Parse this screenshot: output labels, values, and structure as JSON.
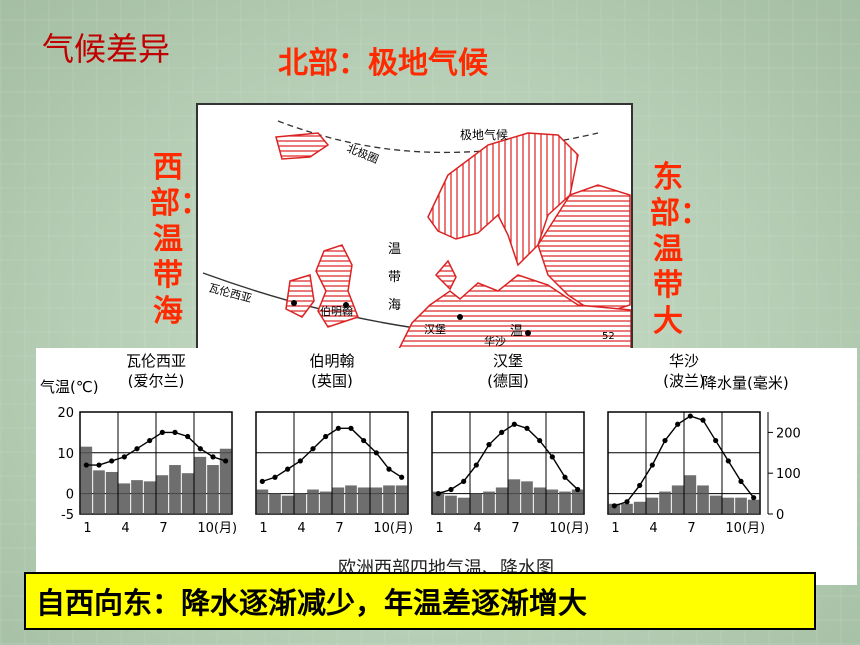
{
  "slide": {
    "title": "气候差异",
    "north_label": "北部：极地气候",
    "west_label": "西部：温带海",
    "east_label": "东部：温带大",
    "conclusion": "自西向东：降水逐渐减少，年温差逐渐增大"
  },
  "map": {
    "labels": {
      "polar_climate": "极地气候",
      "arctic_circle": "北极圈",
      "temperate_sea_1": "温",
      "temperate_sea_2": "带",
      "temperate_sea_3": "海",
      "temperate_2": "温",
      "valentia": "瓦伦西亚",
      "birmingham": "伯明翰",
      "hamburg": "汉堡",
      "warsaw": "华沙",
      "lat_52": "52"
    }
  },
  "chart_caption": "欧洲西部四地气温、降水图",
  "axis_texts": {
    "temp_label": "气温(℃)",
    "precip_label": "降水量(毫米)"
  },
  "colors": {
    "title_red": "#c00000",
    "accent_red": "#ff2a00",
    "highlight_yellow": "#ffff00",
    "bar_fill": "#555555"
  },
  "chart_data": [
    {
      "type": "bar+line",
      "title": "瓦伦西亚",
      "subtitle": "(爱尔兰)",
      "months": [
        1,
        2,
        3,
        4,
        5,
        6,
        7,
        8,
        9,
        10,
        11,
        12
      ],
      "x_ticks": [
        "1",
        "4",
        "7",
        "10(月)"
      ],
      "temperature_c": [
        7,
        7,
        8,
        9,
        11,
        13,
        15,
        15,
        14,
        11,
        9,
        8
      ],
      "precipitation_mm": [
        165,
        107,
        103,
        75,
        83,
        80,
        95,
        120,
        100,
        140,
        120,
        160
      ],
      "temp_range": [
        -5,
        20
      ],
      "precip_range": [
        0,
        250
      ],
      "temp_ticks": [
        20,
        10,
        0,
        -5
      ],
      "precip_ticks": [
        200,
        100,
        0
      ]
    },
    {
      "type": "bar+line",
      "title": "伯明翰",
      "subtitle": "(英国)",
      "months": [
        1,
        2,
        3,
        4,
        5,
        6,
        7,
        8,
        9,
        10,
        11,
        12
      ],
      "x_ticks": [
        "1",
        "4",
        "7",
        "10(月)"
      ],
      "temperature_c": [
        3,
        4,
        6,
        8,
        11,
        14,
        16,
        16,
        13,
        10,
        6,
        4
      ],
      "precipitation_mm": [
        60,
        50,
        45,
        50,
        60,
        55,
        65,
        70,
        65,
        65,
        70,
        70
      ],
      "temp_range": [
        -5,
        20
      ],
      "precip_range": [
        0,
        250
      ]
    },
    {
      "type": "bar+line",
      "title": "汉堡",
      "subtitle": "(德国)",
      "months": [
        1,
        2,
        3,
        4,
        5,
        6,
        7,
        8,
        9,
        10,
        11,
        12
      ],
      "x_ticks": [
        "1",
        "4",
        "7",
        "10(月)"
      ],
      "temperature_c": [
        0,
        1,
        3,
        7,
        12,
        15,
        17,
        16,
        13,
        9,
        4,
        1
      ],
      "precipitation_mm": [
        55,
        45,
        40,
        50,
        55,
        65,
        85,
        80,
        65,
        60,
        55,
        60
      ],
      "temp_range": [
        -5,
        20
      ],
      "precip_range": [
        0,
        250
      ]
    },
    {
      "type": "bar+line",
      "title": "华沙",
      "subtitle": "(波兰)",
      "months": [
        1,
        2,
        3,
        4,
        5,
        6,
        7,
        8,
        9,
        10,
        11,
        12
      ],
      "x_ticks": [
        "1",
        "4",
        "7",
        "10(月)"
      ],
      "temperature_c": [
        -3,
        -2,
        2,
        7,
        13,
        17,
        19,
        18,
        13,
        8,
        3,
        -1
      ],
      "precipitation_mm": [
        25,
        25,
        30,
        40,
        55,
        70,
        95,
        70,
        45,
        40,
        40,
        35
      ],
      "temp_range": [
        -5,
        20
      ],
      "precip_range": [
        0,
        250
      ]
    }
  ]
}
